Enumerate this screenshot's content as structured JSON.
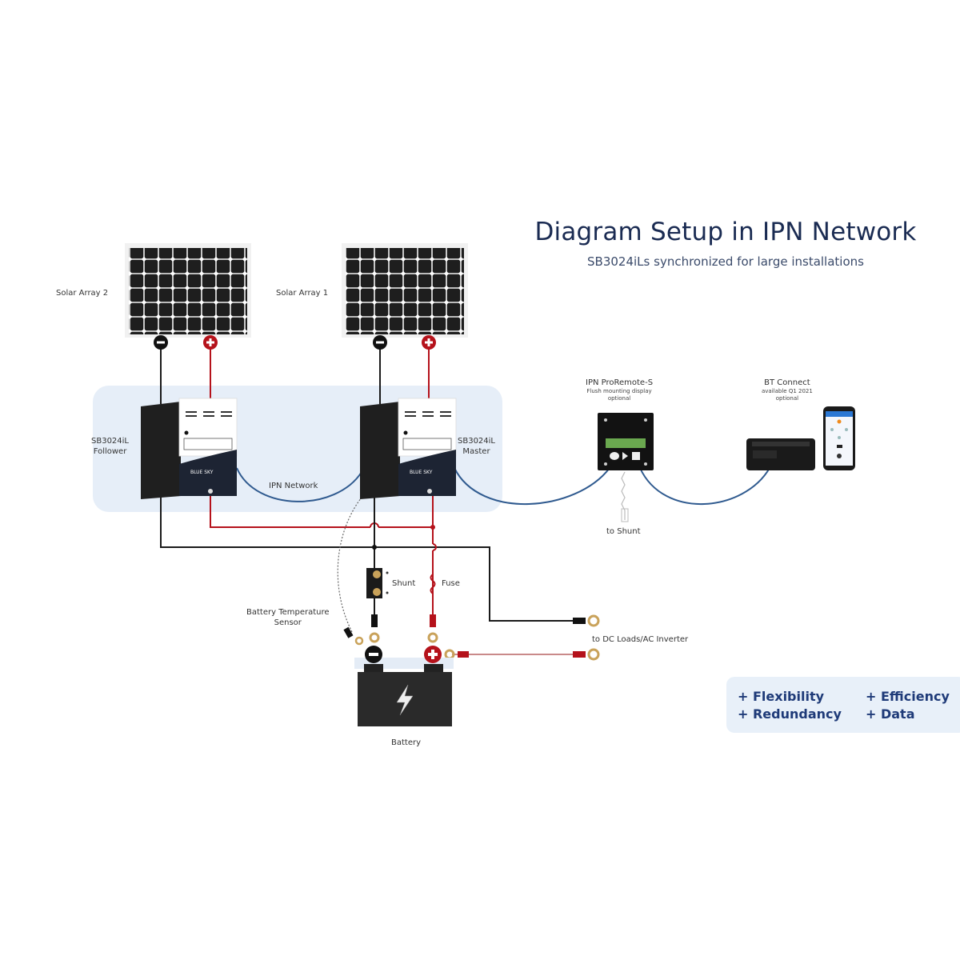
{
  "header": {
    "title": "Diagram Setup in IPN Network",
    "subtitle": "SB3024iLs synchronized for large installations"
  },
  "components": {
    "solar_array_2": {
      "label": "Solar Array 2"
    },
    "solar_array_1": {
      "label": "Solar Array 1"
    },
    "controller_follower": {
      "label_line1": "SB3024iL",
      "label_line2": "Follower"
    },
    "controller_master": {
      "label_line1": "SB3024iL",
      "label_line2": "Master"
    },
    "ipn_network": {
      "label": "IPN Network"
    },
    "proremote": {
      "label_line1": "IPN ProRemote-S",
      "label_line2": "Flush mounting display",
      "label_line3": "optional"
    },
    "bt_connect": {
      "label_line1": "BT Connect",
      "label_line2": "available Q1 2021",
      "label_line3": "optional"
    },
    "to_shunt": {
      "label": "to Shunt"
    },
    "shunt": {
      "label": "Shunt"
    },
    "fuse": {
      "label": "Fuse"
    },
    "temp_sensor": {
      "label_line1": "Battery Temperature",
      "label_line2": "Sensor"
    },
    "loads": {
      "label": "to DC Loads/AC Inverter"
    },
    "battery": {
      "label": "Battery"
    }
  },
  "terminals": {
    "negative_symbol": "−",
    "positive_symbol": "+"
  },
  "benefits": [
    {
      "label": "+ Flexibility"
    },
    {
      "label": "+ Efficiency"
    },
    {
      "label": "+ Redundancy"
    },
    {
      "label": "+ Data"
    }
  ],
  "colors": {
    "wire_negative": "#1a1a1a",
    "wire_positive": "#b5121b",
    "ipn_cable": "#2f5a8f",
    "network_zone": "#e6eef8",
    "title": "#1a2b52",
    "benefits_text": "#1e3a78"
  }
}
